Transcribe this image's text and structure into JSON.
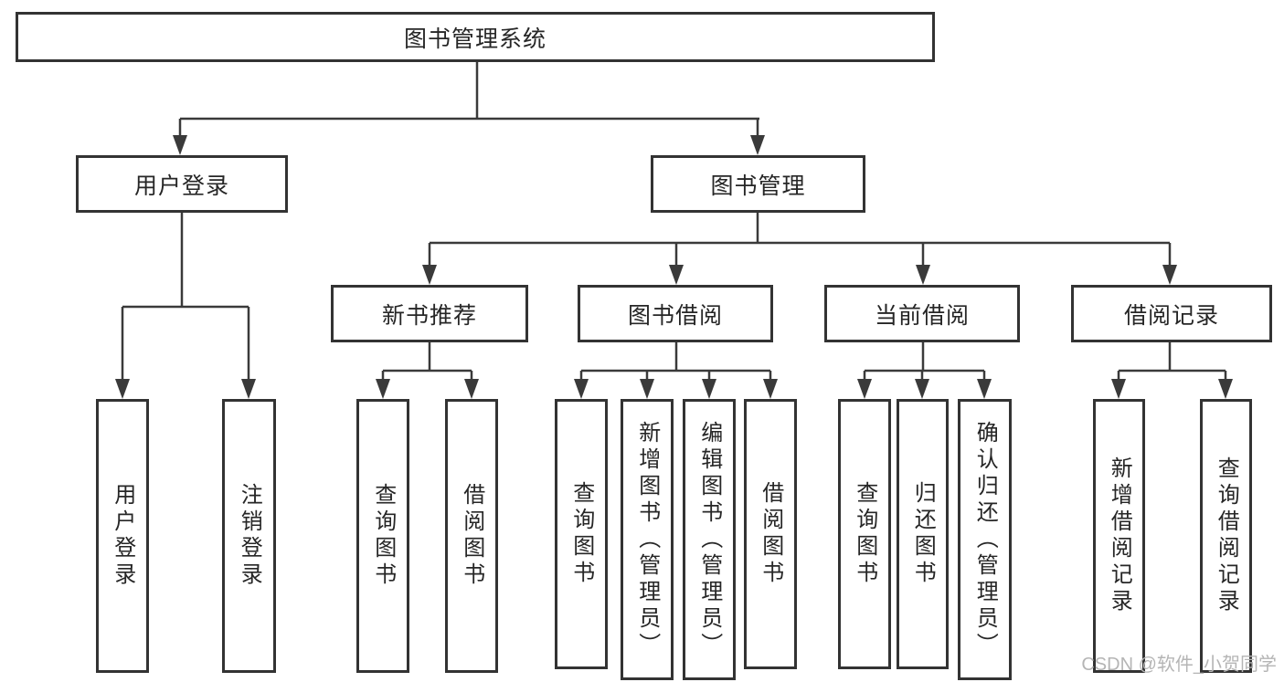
{
  "diagram": {
    "root": {
      "label": "图书管理系统"
    },
    "branches": [
      {
        "label": "用户登录",
        "leaves": [
          {
            "label": "用户登录"
          },
          {
            "label": "注销登录"
          }
        ]
      },
      {
        "label": "图书管理",
        "children": [
          {
            "label": "新书推荐",
            "leaves": [
              {
                "label": "查询图书"
              },
              {
                "label": "借阅图书"
              }
            ]
          },
          {
            "label": "图书借阅",
            "leaves": [
              {
                "label": "查询图书"
              },
              {
                "label": "新增图书（管理员）"
              },
              {
                "label": "编辑图书（管理员）"
              },
              {
                "label": "借阅图书"
              }
            ]
          },
          {
            "label": "当前借阅",
            "leaves": [
              {
                "label": "查询图书"
              },
              {
                "label": "归还图书"
              },
              {
                "label": "确认归还（管理员）"
              }
            ]
          },
          {
            "label": "借阅记录",
            "leaves": [
              {
                "label": "新增借阅记录"
              },
              {
                "label": "查询借阅记录"
              }
            ]
          }
        ]
      }
    ]
  },
  "watermark": {
    "text": "CSDN @软件_小贺同学",
    "color": "#b5b5b5"
  },
  "colors": {
    "line": "#3a3a3a",
    "box_border": "#333333",
    "text": "#262626",
    "background": "#ffffff"
  }
}
